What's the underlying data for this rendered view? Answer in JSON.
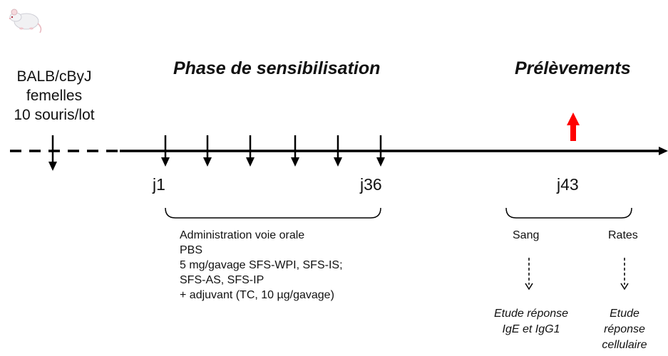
{
  "timeline": {
    "strain_lines": [
      "BALB/cByJ",
      "femelles",
      "10 souris/lot"
    ]
  },
  "phases": {
    "sensitization_title": "Phase de sensibilisation",
    "sampling_title": "Prélèvements"
  },
  "days": {
    "start": "j1",
    "end": "j36",
    "sampling": "j43"
  },
  "administration": {
    "lines": [
      "Administration voie orale",
      "PBS",
      "5 mg/gavage SFS-WPI, SFS-IS;",
      "SFS-AS, SFS-IP",
      "+ adjuvant (TC, 10 µg/gavage)"
    ]
  },
  "samples": {
    "blood_label": "Sang",
    "spleen_label": "Rates",
    "blood_result_lines": [
      "Etude réponse",
      "IgE et IgG1"
    ],
    "spleen_result_lines": [
      "Etude",
      "réponse",
      "cellulaire"
    ]
  },
  "colors": {
    "line": "#000000",
    "sampling_arrow": "#ff0000",
    "text": "#111111"
  },
  "icons": {
    "animal": "mouse-icon",
    "sampling": "up-arrow-icon"
  }
}
